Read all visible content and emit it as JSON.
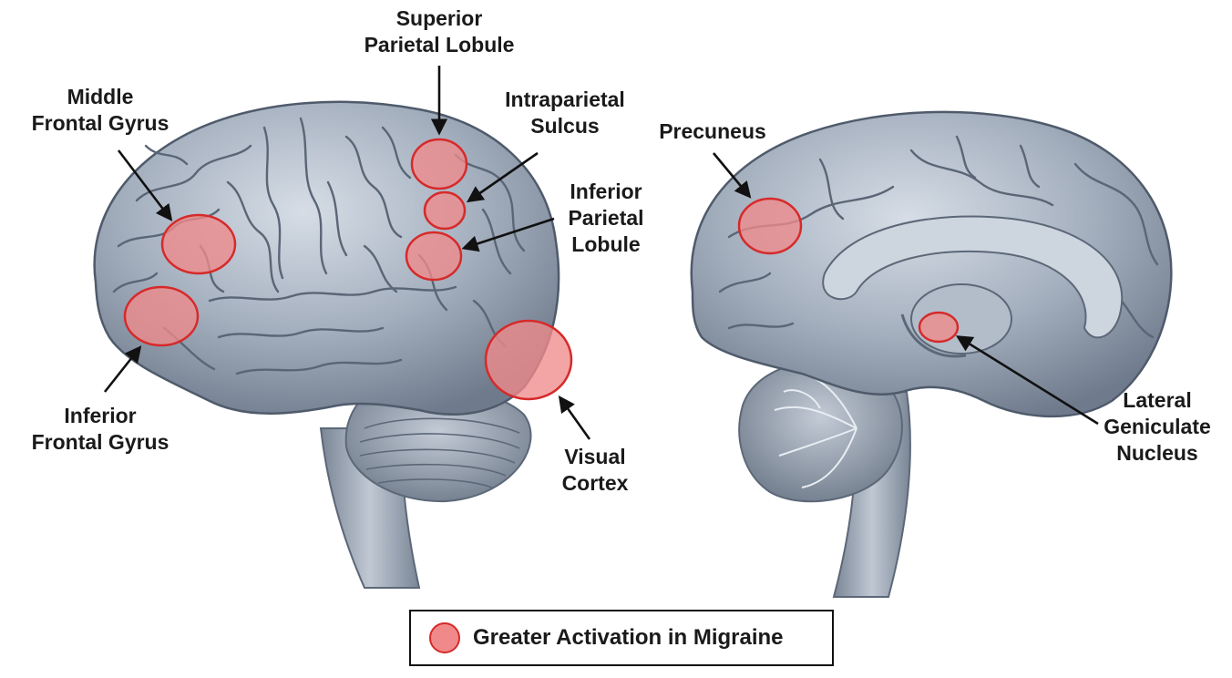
{
  "labels": {
    "superior_parietal_lobule": [
      "Superior",
      "Parietal Lobule"
    ],
    "middle_frontal_gyrus": [
      "Middle",
      "Frontal Gyrus"
    ],
    "intraparietal_sulcus": [
      "Intraparietal",
      "Sulcus"
    ],
    "inferior_parietal_lobule": [
      "Inferior",
      "Parietal",
      "Lobule"
    ],
    "inferior_frontal_gyrus": [
      "Inferior",
      "Frontal Gyrus"
    ],
    "visual_cortex": [
      "Visual",
      "Cortex"
    ],
    "precuneus": [
      "Precuneus"
    ],
    "lateral_geniculate_nucleus": [
      "Lateral",
      "Geniculate",
      "Nucleus"
    ]
  },
  "legend": {
    "text": "Greater Activation in Migraine"
  },
  "colors": {
    "activation_fill": "#f08a8a",
    "activation_stroke": "#d62a2a",
    "brain_base": "#9aa6b6",
    "brain_dark": "#5c6878",
    "brain_light": "#d4dbe4"
  }
}
